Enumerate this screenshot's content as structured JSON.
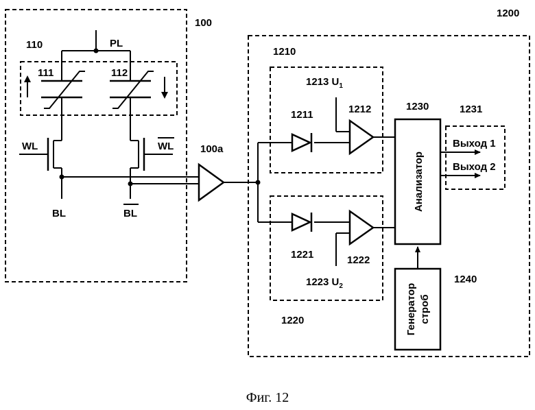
{
  "labels": {
    "block_100": "100",
    "block_1200": "1200",
    "block_110": "110",
    "pl": "PL",
    "cap_111": "111",
    "cap_112": "112",
    "wl": "WL",
    "wl_bar": "WL",
    "bl": "BL",
    "bl_bar": "BL",
    "amp_100a": "100a",
    "block_1210": "1210",
    "ref_1213": "1213 U",
    "ref_1213_sub": "1",
    "diode_1211": "1211",
    "comp_1212": "1212",
    "analyzer_ref": "1230",
    "output_ref": "1231",
    "diode_1221": "1221",
    "comp_1222": "1222",
    "ref_1223": "1223 U",
    "ref_1223_sub": "2",
    "block_1220": "1220",
    "gen_ref": "1240",
    "analyzer": "Анализатор",
    "gen_line1": "Генератор",
    "gen_line2": "строб",
    "out1": "Выход 1",
    "out2": "Выход 2"
  },
  "caption": "Фиг. 12"
}
